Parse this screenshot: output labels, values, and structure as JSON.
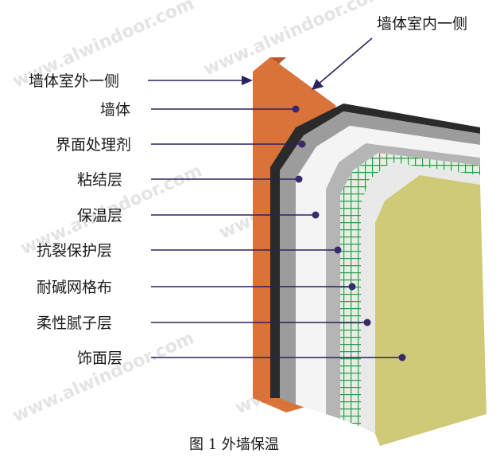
{
  "diagram": {
    "labels": {
      "wall_exterior_side": "墙体室外一侧",
      "wall_interior_side": "墙体室内一侧",
      "wall": "墙体",
      "interface_agent": "界面处理剂",
      "adhesive_layer": "粘结层",
      "insulation_layer": "保温层",
      "anti_crack_layer": "抗裂保护层",
      "alkali_resistant_mesh": "耐碱网格布",
      "flexible_putty_layer": "柔性腻子层",
      "finish_layer": "饰面层"
    },
    "caption": "图 1  外墙保温",
    "watermark": "www.alwindoor.com",
    "colors": {
      "wall": "#d9733a",
      "interface": "#2a2a2a",
      "adhesive": "#9c9c9c",
      "insulation": "#f4f4f4",
      "anti_crack": "#b5b5b5",
      "mesh": "#2e9a4a",
      "putty": "#e9e9e9",
      "finish": "#cfca78",
      "leader": "#2b2160"
    }
  }
}
